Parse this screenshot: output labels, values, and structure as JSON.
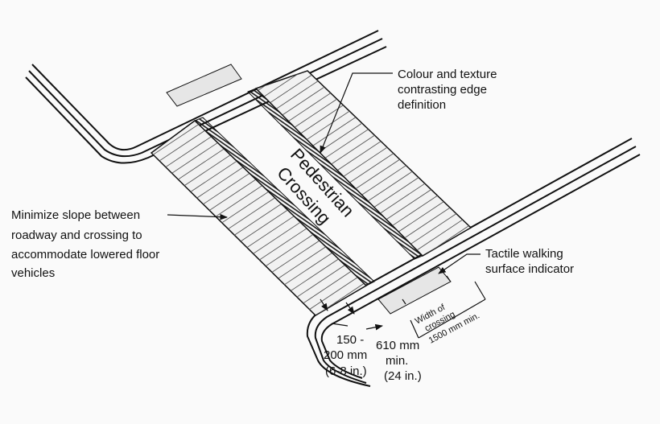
{
  "diagram": {
    "crossing_sign": [
      "Pedestrian",
      "Crossing"
    ],
    "callouts": {
      "edge_definition": [
        "Colour and texture",
        "contrasting edge",
        "definition"
      ],
      "slope": [
        "Minimize slope between",
        "roadway and crossing to",
        "accommodate lowered floor",
        "vehicles"
      ],
      "tactile": [
        "Tactile walking",
        "surface indicator"
      ]
    },
    "dimensions": {
      "edge_width": [
        "150 -",
        "200 mm",
        "(6-8 in.)"
      ],
      "offset": [
        "610 mm",
        "min.",
        "(24 in.)"
      ],
      "crossing_width": [
        "Width of",
        "crossing",
        "1500 mm min."
      ]
    },
    "colors": {
      "line": "#111111",
      "hatch_fill": "#f2f2f2",
      "pad_fill": "#e6e6e6",
      "background": "#fafafa"
    }
  }
}
